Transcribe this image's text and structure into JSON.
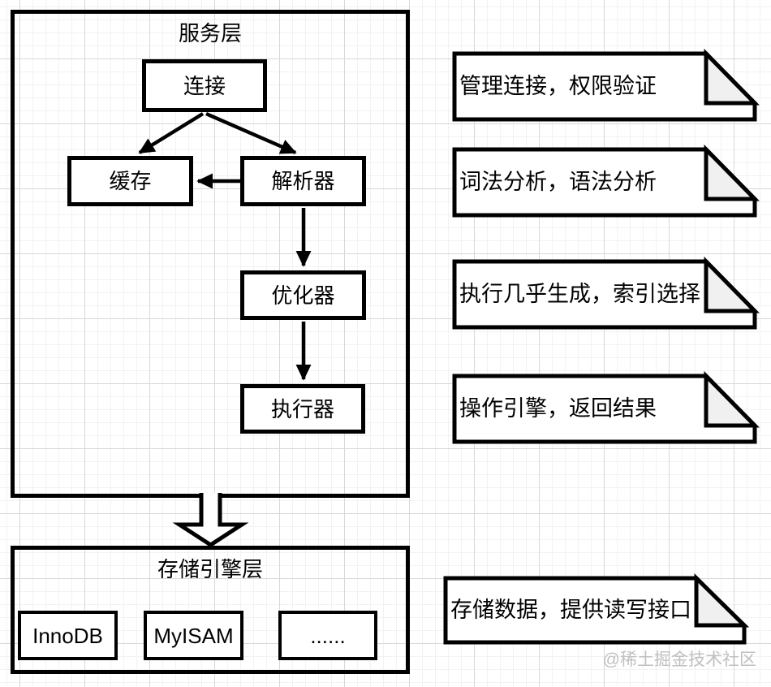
{
  "service_layer": {
    "title": "服务层",
    "nodes": {
      "connection": "连接",
      "cache": "缓存",
      "parser": "解析器",
      "optimizer": "优化器",
      "executor": "执行器"
    }
  },
  "storage_layer": {
    "title": "存储引擎层",
    "engines": [
      "InnoDB",
      "MyISAM",
      "......"
    ]
  },
  "notes": [
    "管理连接，权限验证",
    "词法分析，语法分析",
    "执行几乎生成，索引选择",
    "操作引擎，返回结果",
    "存储数据，提供读写接口"
  ],
  "watermark": "@稀土掘金技术社区",
  "colors": {
    "stroke": "#000000",
    "node_fill": "#ffffff",
    "fold_fill": "#f0f0f0",
    "watermark": "#c0c0c0"
  }
}
